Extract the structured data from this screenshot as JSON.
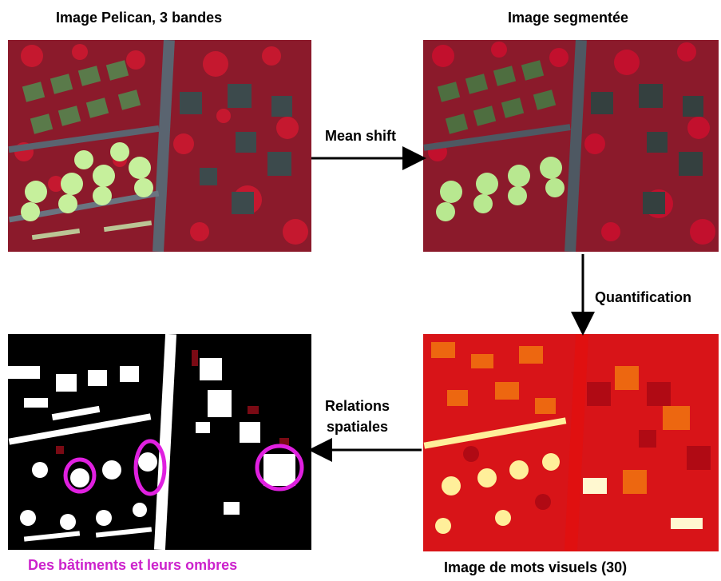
{
  "labels": {
    "top_left": "Image Pelican, 3 bandes",
    "top_right": "Image segmentée",
    "bottom_left": "Des bâtiments et leurs ombres",
    "bottom_right": "Image de mots visuels (30)"
  },
  "arrows": {
    "mean_shift": "Mean shift",
    "quantification": "Quantification",
    "relations_line1": "Relations",
    "relations_line2": "spatiales"
  },
  "colors": {
    "caption_accent": "#cc22cc",
    "highlight_circle": "#e020e0",
    "vegetation_red": "#c8102e",
    "roof_light_green": "#c8f0a0",
    "roof_dark": "#3a4a4a"
  }
}
